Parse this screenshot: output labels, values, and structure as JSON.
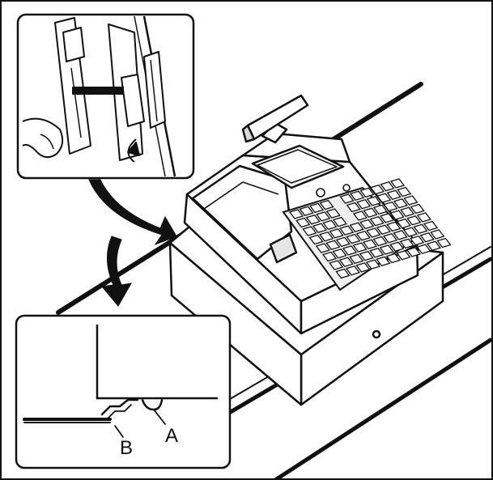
{
  "illustration": {
    "callouts": [
      {
        "id": "A",
        "label": "A"
      },
      {
        "id": "B",
        "label": "B"
      }
    ],
    "colors": {
      "line": "#111111",
      "background": "#ffffff",
      "shading": "#d9d9d9",
      "display": "#f2f2f2"
    }
  }
}
